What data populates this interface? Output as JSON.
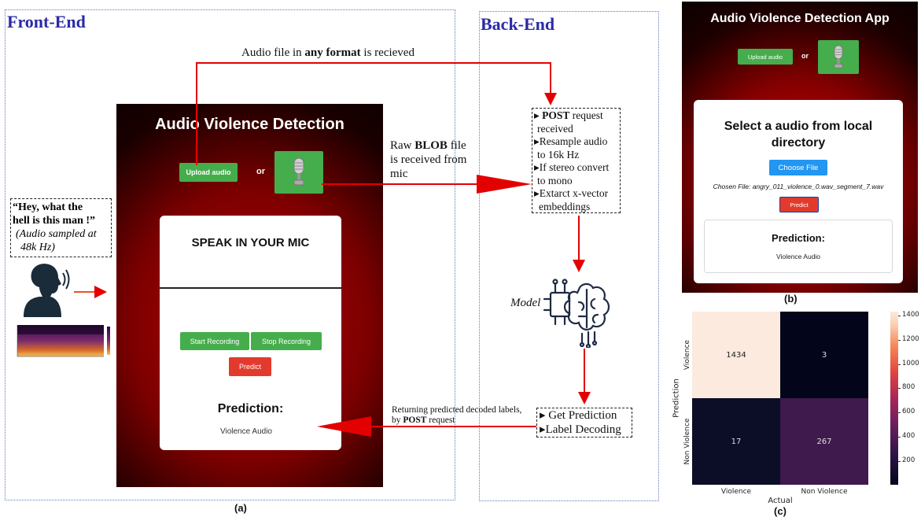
{
  "panel_a": {
    "front_end_title": "Front-End",
    "back_end_title": "Back-End",
    "caption": "(a)",
    "top_arrow_text_pre": "Audio file in ",
    "top_arrow_text_bold": "any format",
    "top_arrow_text_post": " is recieved",
    "blob_text_pre": "Raw ",
    "blob_text_bold": "BLOB",
    "blob_text_line1_post": " file",
    "blob_text_line2": "is received from",
    "blob_text_line3": "mic",
    "quote_line1": "“Hey, what the",
    "quote_line2": "hell is this man !”",
    "quote_line3": "(Audio sampled at",
    "quote_line4": "48k Hz)",
    "app": {
      "title": "Audio Violence Detection",
      "upload_label": "Upload audio",
      "or_label": "or",
      "speak_label": "SPEAK IN YOUR MIC",
      "start_label": "Start Recording",
      "stop_label": "Stop Recording",
      "predict_label": "Predict",
      "prediction_heading": "Prediction:",
      "prediction_value": "Violence Audio"
    },
    "backend_steps": {
      "post_bold": "POST",
      "post_rest": " request",
      "received": "received",
      "resample1": "Resample audio",
      "resample2": "to 16k Hz",
      "stereo1": "If stereo convert",
      "stereo2": "to mono",
      "xvector1": "Extarct x-vector",
      "xvector2": "embeddings"
    },
    "model_label": "Model",
    "return_text_line1": "Returning predicted decoded labels,",
    "return_text_pre": "by ",
    "return_text_bold": "POST",
    "return_text_post": " request",
    "get_prediction": "Get Prediction",
    "label_decoding": "Label Decoding"
  },
  "panel_b": {
    "title": "Audio Violence Detection App",
    "upload_label": "Upload audio",
    "or_label": "or",
    "select_heading_line1": "Select a audio from local",
    "select_heading_line2": "directory",
    "choose_file": "Choose File",
    "chosen_file": "Chosen File: angry_011_violence_0.wav_segment_7.wav",
    "predict_label": "Predict",
    "prediction_heading": "Prediction:",
    "prediction_value": "Violence Audio",
    "caption": "(b)"
  },
  "chart_data": {
    "type": "heatmap",
    "title": "",
    "xlabel": "Actual",
    "ylabel": "Prediction",
    "x_categories": [
      "Violence",
      "Non Violence"
    ],
    "y_categories": [
      "Violence",
      "Non Violence"
    ],
    "values": [
      [
        1434,
        3
      ],
      [
        17,
        267
      ]
    ],
    "colorbar_ticks": [
      200,
      400,
      600,
      800,
      1000,
      1200,
      1400
    ],
    "colorbar_range": [
      3,
      1434
    ],
    "caption": "(c)"
  },
  "colors": {
    "title_blue": "#2a2aa8",
    "arrow_red": "#e30000",
    "button_green": "#46ad4c",
    "button_red": "#e23b2e",
    "button_blue": "#2196f3"
  }
}
